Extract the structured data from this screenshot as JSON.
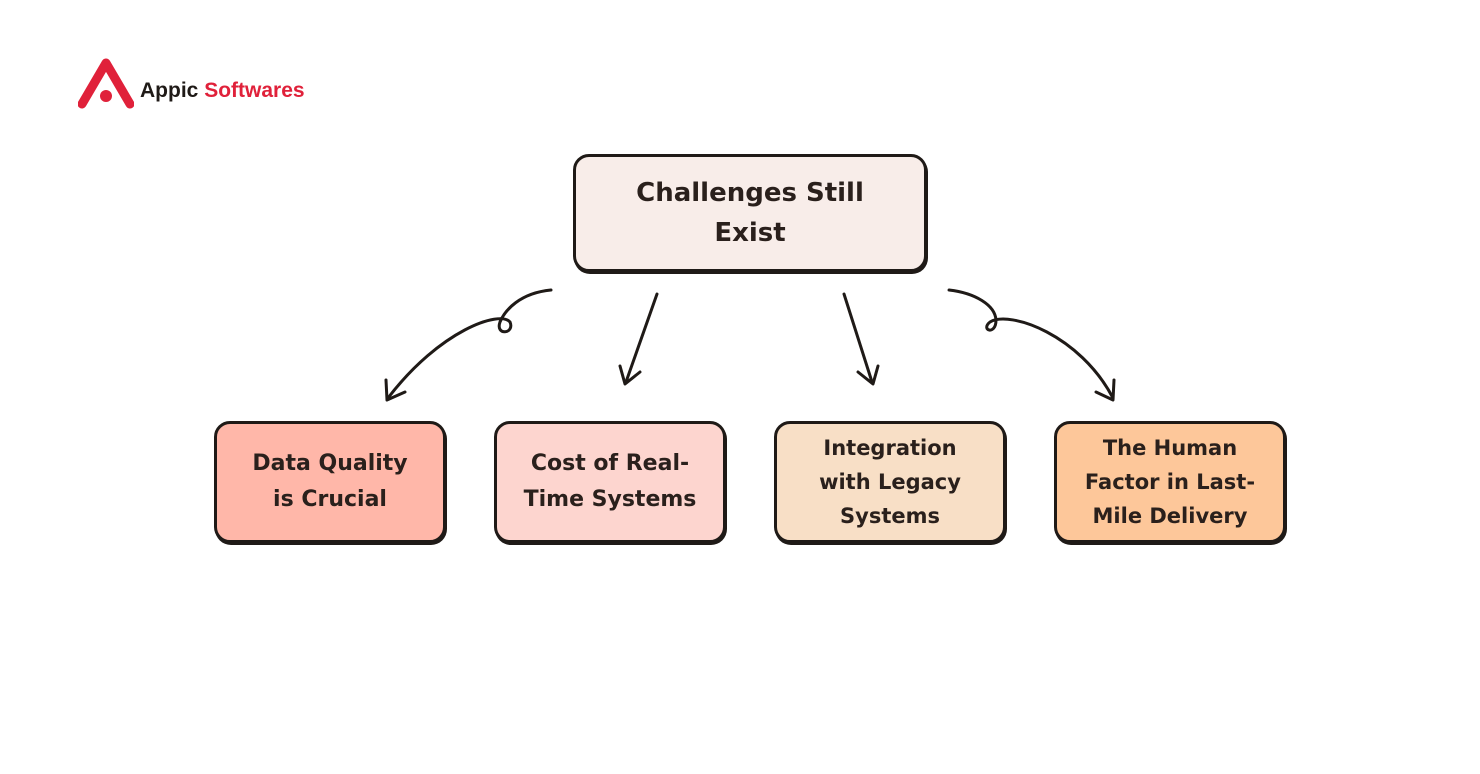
{
  "logo": {
    "brand_first": "Appic",
    "brand_second": "Softwares",
    "brand_color": "#e0213a"
  },
  "diagram": {
    "root": {
      "label": "Challenges Still Exist",
      "lines": [
        "Challenges Still",
        "Exist"
      ],
      "color": "#f8ede9"
    },
    "children": [
      {
        "label": "Data Quality is Crucial",
        "lines": [
          "Data Quality",
          "is Crucial"
        ],
        "color": "#ffb7a9"
      },
      {
        "label": "Cost of Real-Time Systems",
        "lines": [
          "Cost of Real-",
          "Time Systems"
        ],
        "color": "#fdd5cf"
      },
      {
        "label": "Integration with Legacy Systems",
        "lines": [
          "Integration",
          "with Legacy",
          "Systems"
        ],
        "color": "#f8dfc6"
      },
      {
        "label": "The Human Factor in Last-Mile Delivery",
        "lines": [
          "The Human",
          "Factor in Last-",
          "Mile Delivery"
        ],
        "color": "#fdc79a"
      }
    ]
  }
}
